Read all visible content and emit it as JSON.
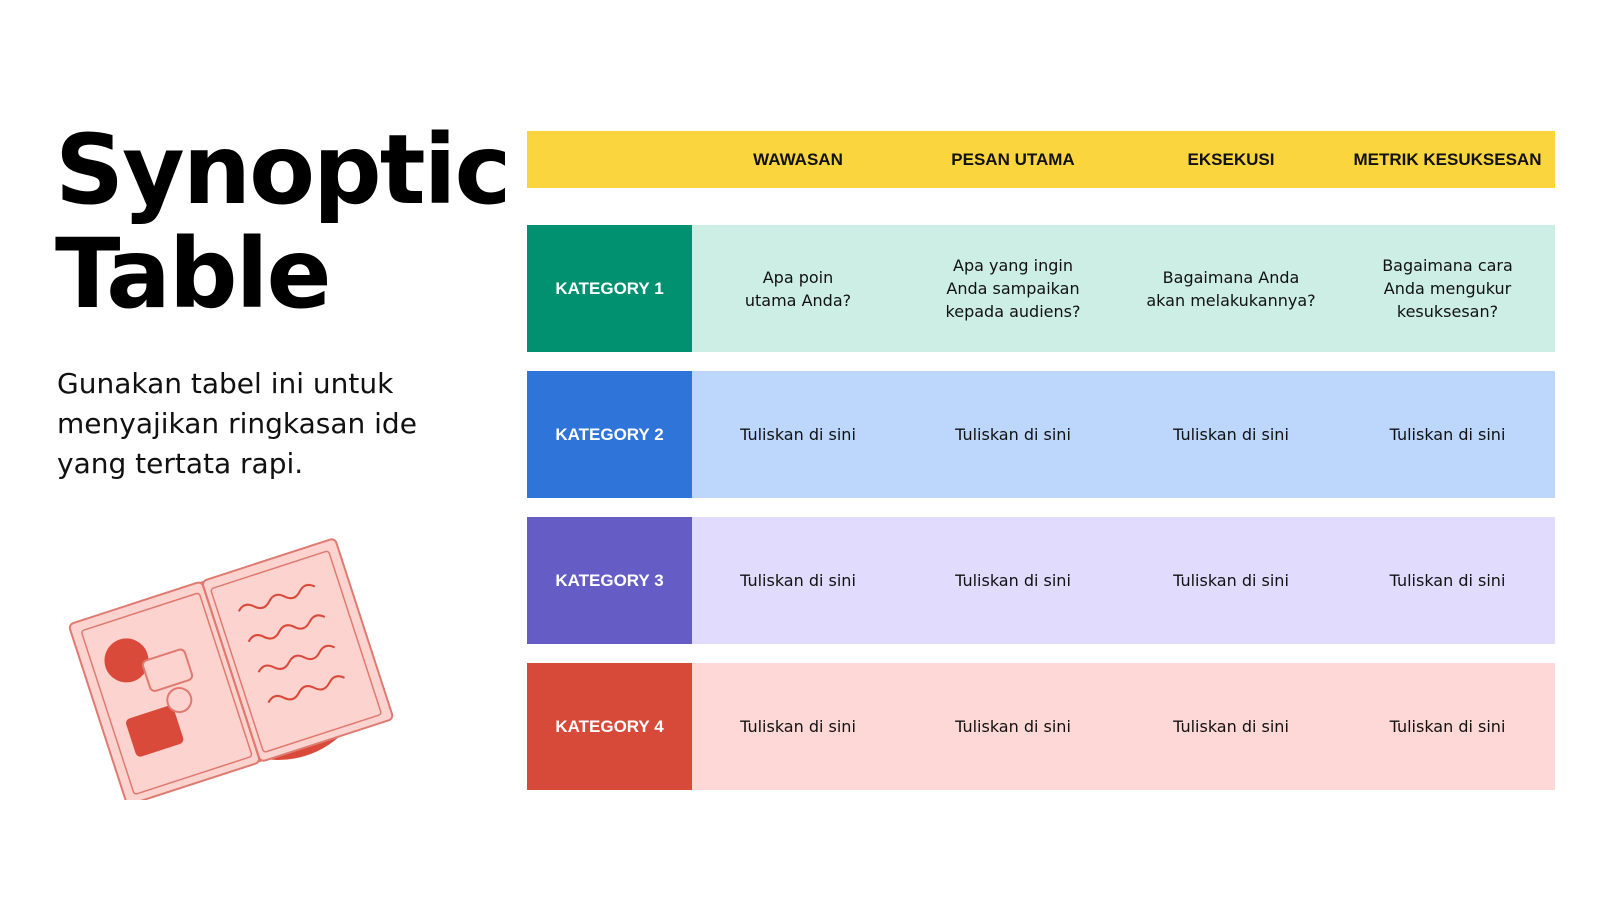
{
  "title": {
    "line1": "Synoptic",
    "line2": "Table"
  },
  "subtitle": "Gunakan tabel ini untuk menyajikan ringkasan ide yang tertata rapi.",
  "illustration": {
    "icon": "open-book-icon",
    "accent": "#d94a3a",
    "page_fill": "#fcd3cf"
  },
  "header": {
    "color": "#fbd53d",
    "columns": [
      "WAWASAN",
      "PESAN UTAMA",
      "EKSEKUSI",
      "METRIK KESUKSESAN"
    ]
  },
  "rows": [
    {
      "label": "KATEGORY 1",
      "label_color": "#029170",
      "bg_color": "#cdeee5",
      "cells": [
        "Apa poin utama Anda?",
        "Apa yang ingin Anda sampaikan kepada audiens?",
        "Bagaimana Anda akan melakukannya?",
        "Bagaimana cara Anda mengukur kesuksesan?"
      ]
    },
    {
      "label": "KATEGORY 2",
      "label_color": "#2f74d8",
      "bg_color": "#bcd7fb",
      "cells": [
        "Tuliskan di sini",
        "Tuliskan di sini",
        "Tuliskan di sini",
        "Tuliskan di sini"
      ]
    },
    {
      "label": "KATEGORY 3",
      "label_color": "#655cc6",
      "bg_color": "#e1dcfd",
      "cells": [
        "Tuliskan di sini",
        "Tuliskan di sini",
        "Tuliskan di sini",
        "Tuliskan di sini"
      ]
    },
    {
      "label": "KATEGORY 4",
      "label_color": "#d74a3a",
      "bg_color": "#fdd8d6",
      "cells": [
        "Tuliskan di sini",
        "Tuliskan di sini",
        "Tuliskan di sini",
        "Tuliskan di sini"
      ]
    }
  ]
}
